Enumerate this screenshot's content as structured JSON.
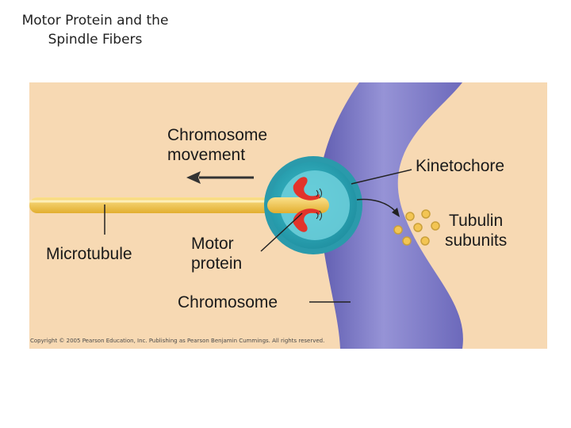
{
  "slide": {
    "title_line1": "Motor Protein and the",
    "title_line2": "Spindle Fibers"
  },
  "labels": {
    "chromosome_movement_line1": "Chromosome",
    "chromosome_movement_line2": "movement",
    "kinetochore": "Kinetochore",
    "tubulin_line1": "Tubulin",
    "tubulin_line2": "subunits",
    "microtubule": "Microtubule",
    "motor_line1": "Motor",
    "motor_line2": "protein",
    "chromosome": "Chromosome"
  },
  "copyright": "Copyright © 2005 Pearson Education, Inc. Publishing as Pearson Benjamin Cummings. All rights reserved.",
  "colors": {
    "background_panel": "#f7d9b3",
    "chromosome": "#7b78c6",
    "microtubule": "#f3c553",
    "kinetochore": "#2fa8b8",
    "motor_protein": "#e2332b",
    "tubulin_subunit": "#f3c553"
  }
}
